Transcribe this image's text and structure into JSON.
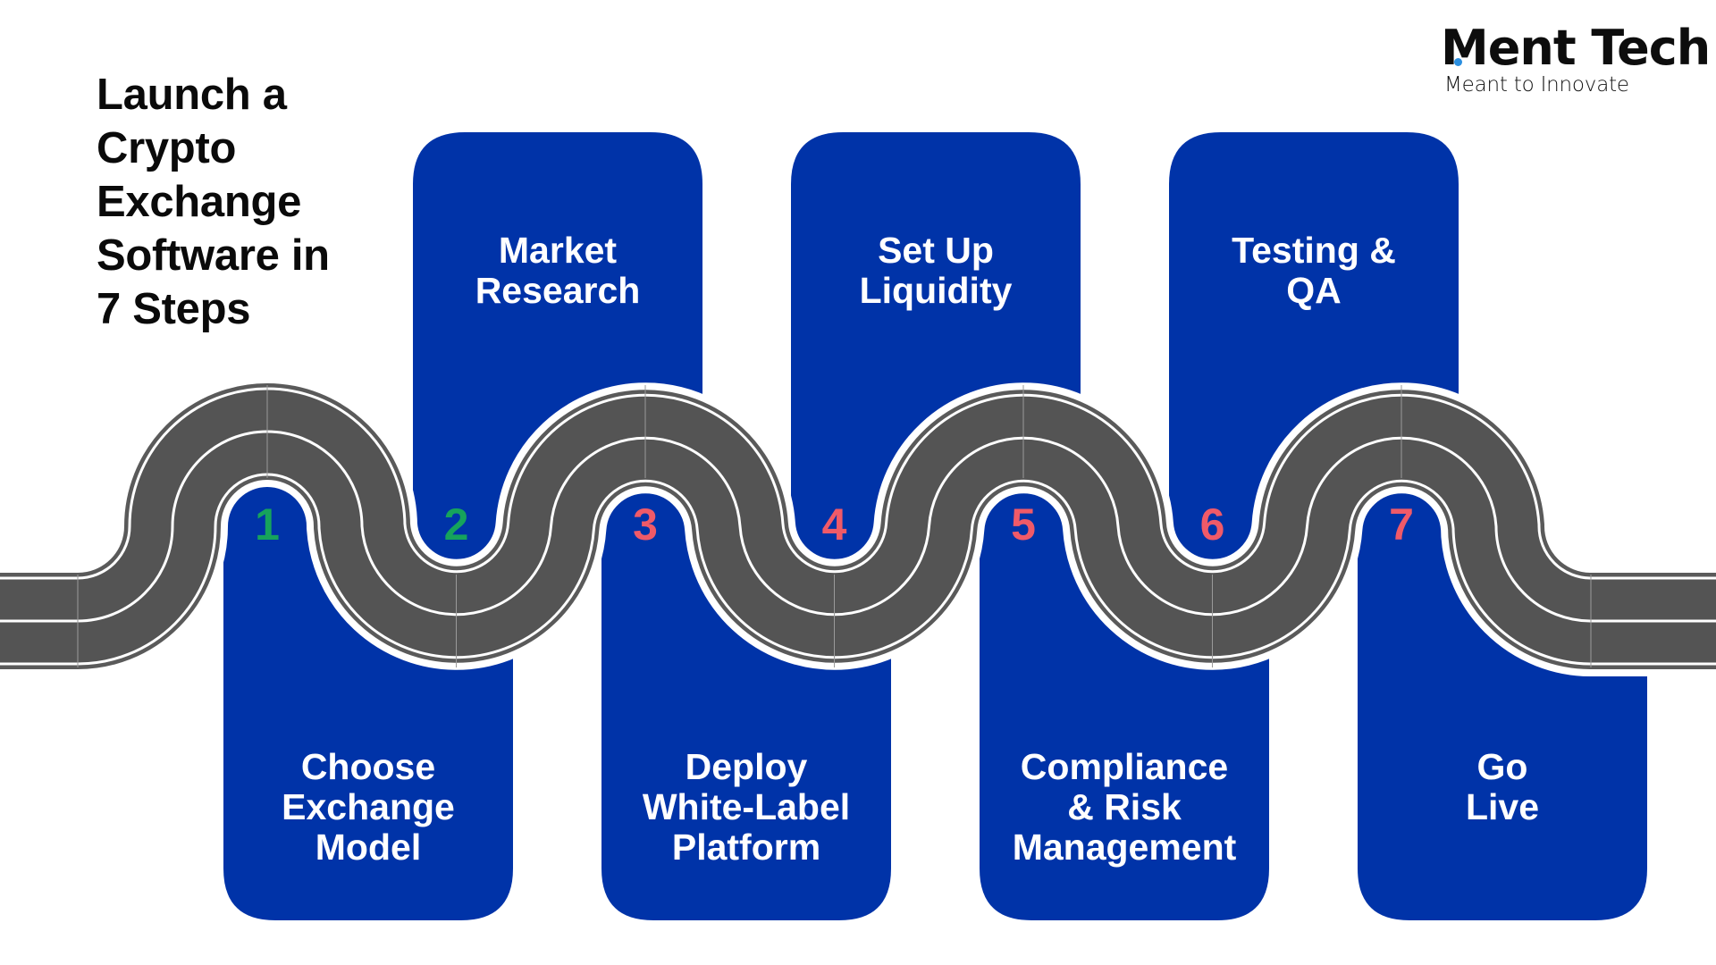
{
  "title": {
    "lines": [
      "Launch a",
      "Crypto",
      "Exchange",
      "Software in",
      "7 Steps"
    ]
  },
  "logo": {
    "brand_text": "ent Tech",
    "brand_initial": "M",
    "tagline": "Meant to Innovate",
    "dot_color": "#2b8fe0"
  },
  "colors": {
    "card_blue": "#0033a8",
    "road_gray": "#545454",
    "road_line": "#ffffff",
    "number_green": "#16a35c",
    "number_red": "#f05a68"
  },
  "steps": [
    {
      "number": "1",
      "label_lines": [
        "Choose",
        "Exchange",
        "Model"
      ],
      "position": "bottom",
      "number_color": "green"
    },
    {
      "number": "2",
      "label_lines": [
        "Market",
        "Research"
      ],
      "position": "top",
      "number_color": "green"
    },
    {
      "number": "3",
      "label_lines": [
        "Deploy",
        "White-Label",
        "Platform"
      ],
      "position": "bottom",
      "number_color": "red"
    },
    {
      "number": "4",
      "label_lines": [
        "Set Up",
        "Liquidity"
      ],
      "position": "top",
      "number_color": "red"
    },
    {
      "number": "5",
      "label_lines": [
        "Compliance",
        "& Risk",
        "Management"
      ],
      "position": "bottom",
      "number_color": "red"
    },
    {
      "number": "6",
      "label_lines": [
        "Testing &",
        "QA"
      ],
      "position": "top",
      "number_color": "red"
    },
    {
      "number": "7",
      "label_lines": [
        "Go",
        "Live"
      ],
      "position": "bottom",
      "number_color": "red"
    }
  ]
}
